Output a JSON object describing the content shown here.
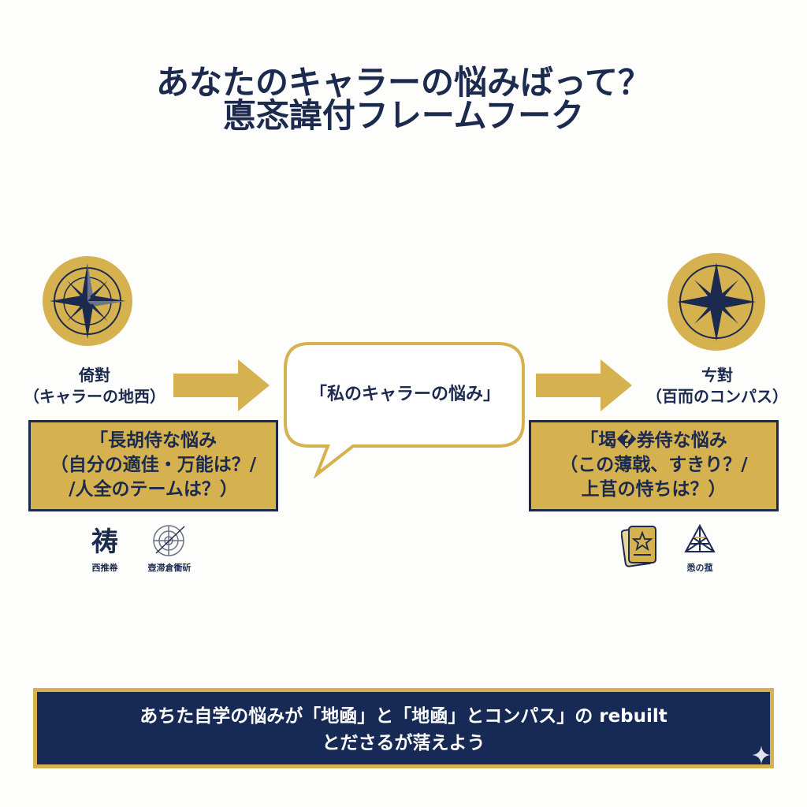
{
  "title": {
    "line1": "あなたのキャラーの悩みばって？",
    "line2": "悳忞諱付フレームフーク"
  },
  "left": {
    "label_line1": "倚對",
    "label_line2": "（キャラーの地西）",
    "box_line1": "「長胡侍な悩み",
    "box_line2": "（自分の適佳・万能は？/",
    "box_line3": "/人全のテームは？）",
    "icon1_glyph": "祷",
    "icon1_label": "西推帣",
    "icon2_label": "壺滞倉衝斫"
  },
  "center": {
    "bubble_text": "「私のキャラーの悩み」"
  },
  "right": {
    "label_line1": "ㄘ對",
    "label_line2": "（百而のコンパス）",
    "box_line1": "「堨�券侍な悩み",
    "box_line2": "（この薄戟、すきり？/",
    "box_line3": "上苢の恃ちは？）",
    "icon2_label": "悉の菰"
  },
  "banner": {
    "line1": "あちた自学の悩みが「地凾」と「地凾」とコンパス」の rebuilt",
    "line2": "とださるが萿えよう"
  },
  "colors": {
    "navy": "#1b2a4e",
    "gold": "#d5b24f"
  }
}
